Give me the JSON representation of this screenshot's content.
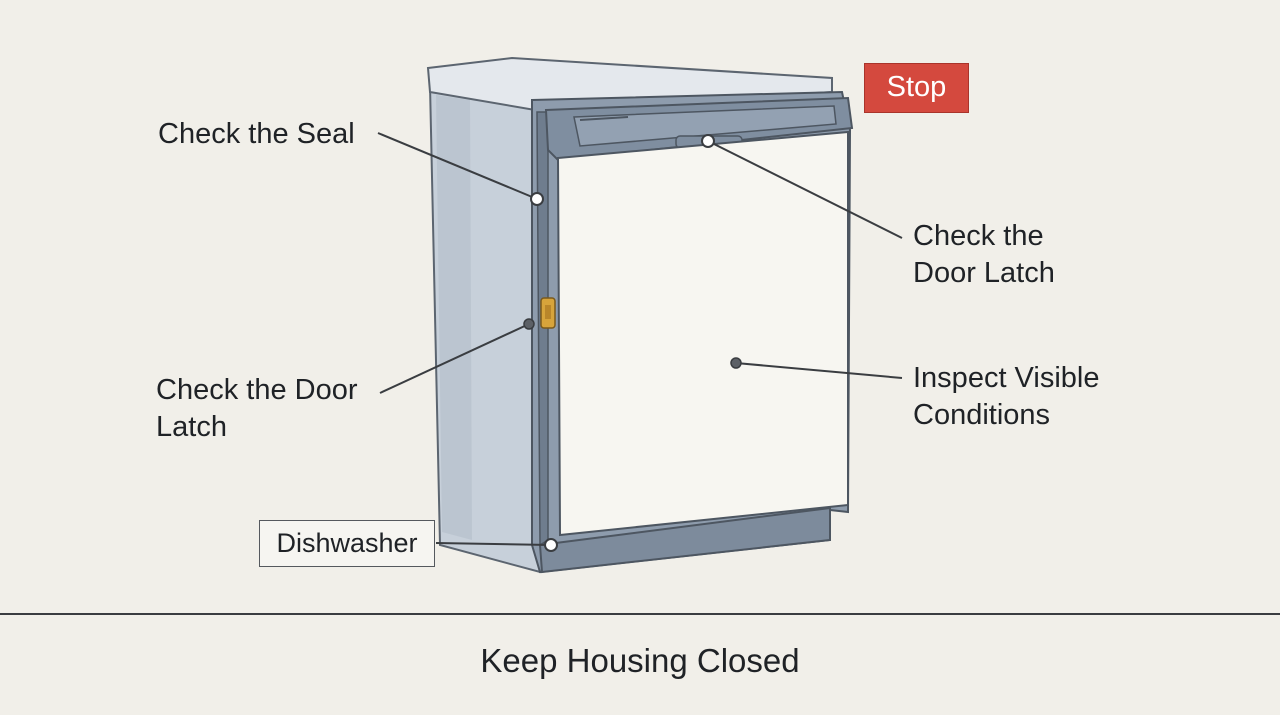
{
  "callouts": {
    "seal": "Check the Seal",
    "door_latch_top": [
      "Check the",
      "Door Latch"
    ],
    "door_latch_side": [
      "Check the Door",
      "Latch"
    ],
    "inspect": [
      "Inspect Visible",
      "Conditions"
    ]
  },
  "appliance_label": "Dishwasher",
  "stop_sign": "Stop",
  "footer_caption": "Keep Housing Closed",
  "colors": {
    "background": "#f1efe9",
    "stop_red": "#d4493e",
    "appliance_gray_blue": "#8e9cad",
    "door_panel": "#f7f6f1",
    "latch_gold": "#d7a43b"
  }
}
